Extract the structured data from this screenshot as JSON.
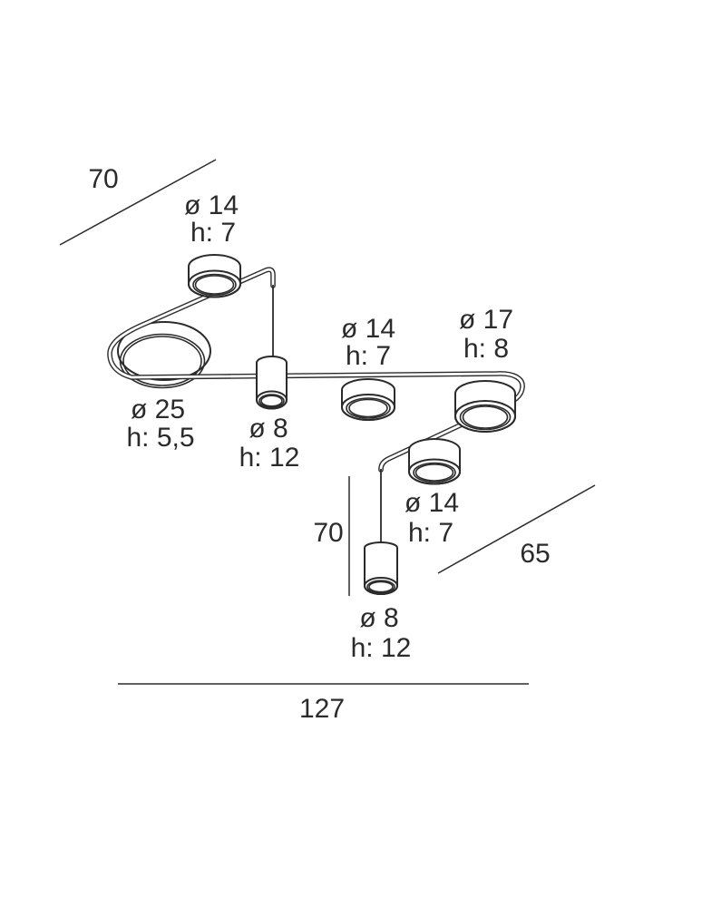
{
  "colors": {
    "line": "#2b2b2b",
    "background": "#ffffff"
  },
  "dimensions": {
    "top_depth": "70",
    "left_drop": "70",
    "right_depth": "65",
    "total_width": "127"
  },
  "fixtures": {
    "top_spot": {
      "diameter": "ø 14",
      "height": "h: 7"
    },
    "disc": {
      "diameter": "ø 25",
      "height": "h: 5,5"
    },
    "mid_pendant": {
      "diameter": "ø 8",
      "height": "h: 12"
    },
    "mid_spot": {
      "diameter": "ø 14",
      "height": "h: 7"
    },
    "right_spot": {
      "diameter": "ø 17",
      "height": "h: 8"
    },
    "lower_spot": {
      "diameter": "ø 14",
      "height": "h: 7"
    },
    "bottom_pendant": {
      "diameter": "ø 8",
      "height": "h: 12"
    }
  }
}
